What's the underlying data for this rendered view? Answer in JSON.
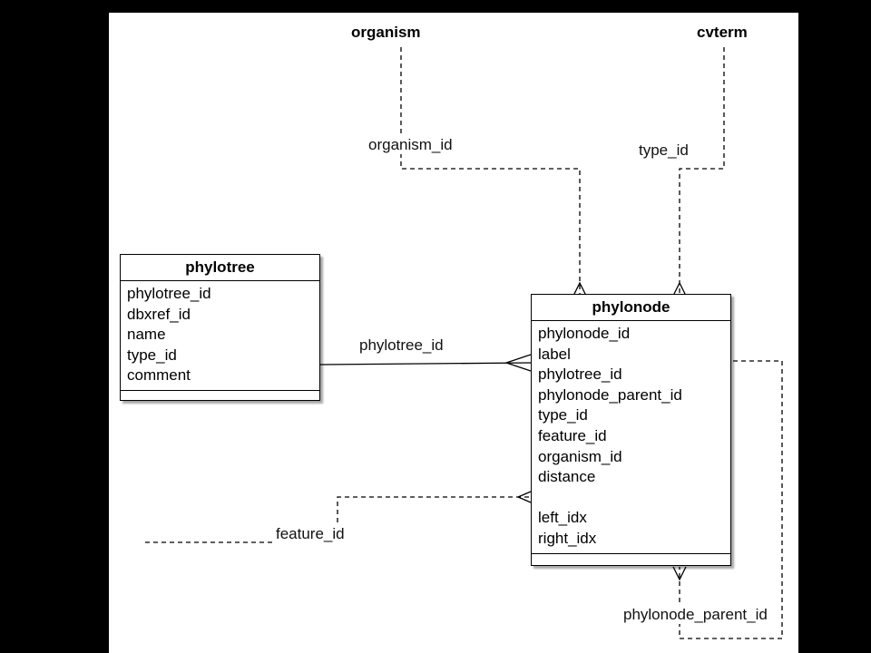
{
  "entities": {
    "organism": "organism",
    "cvterm": "cvterm"
  },
  "tables": {
    "phylotree": {
      "name": "phylotree",
      "fields": [
        "phylotree_id",
        "dbxref_id",
        "name",
        "type_id",
        "comment"
      ]
    },
    "phylonode": {
      "name": "phylonode",
      "fields": [
        "phylonode_id",
        "label",
        "phylotree_id",
        "phylonode_parent_id",
        "type_id",
        "feature_id",
        "organism_id",
        "distance",
        "",
        "left_idx",
        "right_idx"
      ]
    }
  },
  "relations": {
    "organism_id": "organism_id",
    "type_id": "type_id",
    "phylotree_id": "phylotree_id",
    "feature_id": "feature_id",
    "phylonode_parent_id": "phylonode_parent_id"
  }
}
